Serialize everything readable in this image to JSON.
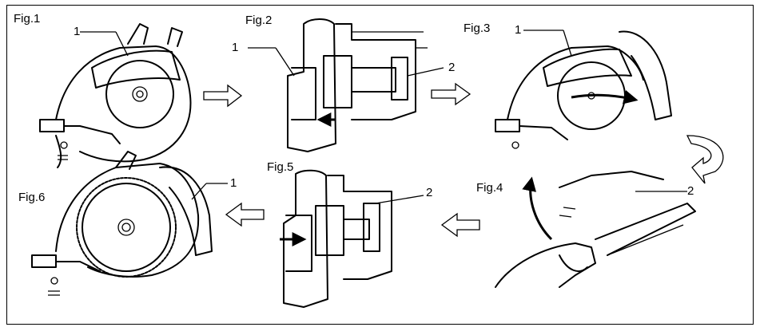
{
  "figures": {
    "fig1": {
      "title": "Fig.1",
      "callouts": [
        "1"
      ]
    },
    "fig2": {
      "title": "Fig.2",
      "callouts": [
        "1",
        "2"
      ]
    },
    "fig3": {
      "title": "Fig.3",
      "callouts": [
        "1"
      ]
    },
    "fig4": {
      "title": "Fig.4",
      "callouts": [
        "2"
      ]
    },
    "fig5": {
      "title": "Fig.5",
      "callouts": [
        "2"
      ]
    },
    "fig6": {
      "title": "Fig.6",
      "callouts": [
        "1"
      ]
    }
  },
  "colors": {
    "line": "#000000",
    "background": "#ffffff"
  }
}
